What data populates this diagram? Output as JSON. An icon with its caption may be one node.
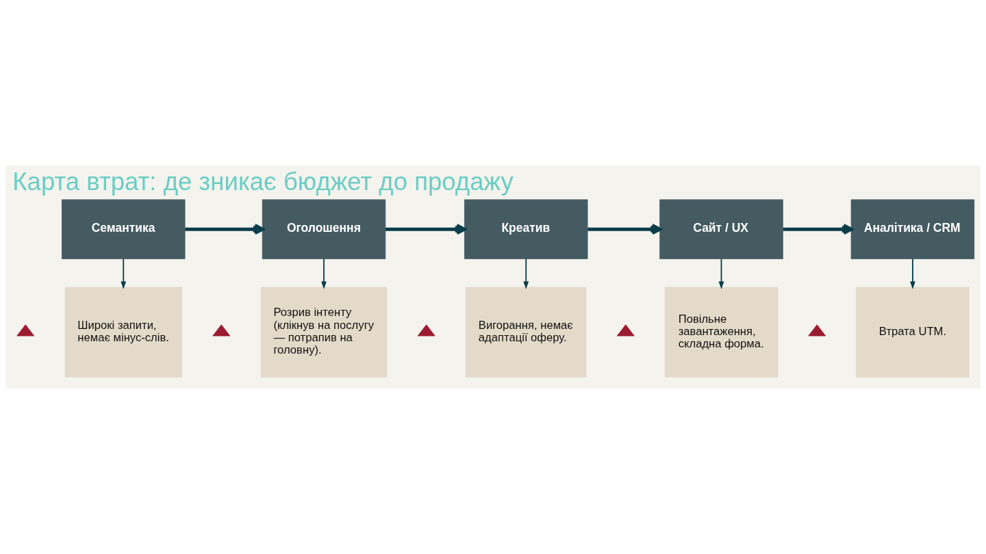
{
  "diagram": {
    "title": "Карта втрат: де зникає бюджет до продажу",
    "nodes": [
      {
        "text": [
          "Семантика"
        ]
      },
      {
        "text": [
          "Оголошення"
        ]
      },
      {
        "text": [
          "Креатив"
        ]
      },
      {
        "text": [
          "Сайт / UX"
        ]
      },
      {
        "text": [
          "Аналітика / CRM"
        ]
      },
      {
        "text": [
          "Широкі запити, немає мінус-слів."
        ]
      },
      {
        "text": [
          "Розрив інтенту (клікнув на послугу — потрапив на головну)."
        ]
      },
      {
        "text": [
          "Вигорання, немає адаптації оферу."
        ]
      },
      {
        "text": [
          "Повільне завантаження, складна форма."
        ]
      },
      {
        "text": [
          "Втрата UTM."
        ]
      }
    ],
    "edges": [
      {
        "from": 0,
        "to": 1,
        "arrow": "to",
        "style": "thick"
      },
      {
        "from": 1,
        "to": 2,
        "arrow": "to",
        "style": "thick"
      },
      {
        "from": 2,
        "to": 3,
        "arrow": "to",
        "style": "thick"
      },
      {
        "from": 3,
        "to": 4,
        "arrow": "to",
        "style": "thick"
      },
      {
        "from": 0,
        "to": 5,
        "arrow": "to"
      },
      {
        "from": 1,
        "to": 6,
        "arrow": "to"
      },
      {
        "from": 2,
        "to": 7,
        "arrow": "to"
      },
      {
        "from": 3,
        "to": 8,
        "arrow": "to"
      },
      {
        "from": 4,
        "to": 9,
        "arrow": "to"
      }
    ]
  }
}
